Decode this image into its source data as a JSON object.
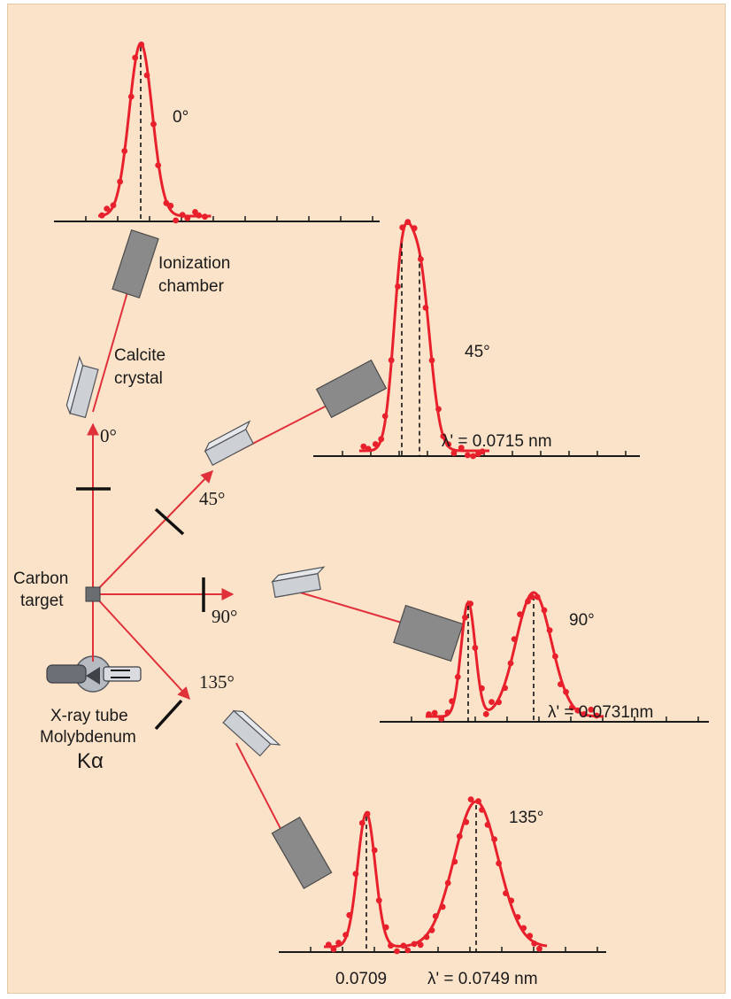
{
  "colors": {
    "background": "#fbe3c9",
    "beam": "#e0313b",
    "curve": "#e8202c",
    "points": "#e8202c",
    "chamber": "#8a8a8a",
    "crystal": "#c9cdd2",
    "axis": "#1a1a1a"
  },
  "labels": {
    "ionization_line1": "Ionization",
    "ionization_line2": "chamber",
    "calcite_line1": "Calcite",
    "calcite_line2": "crystal",
    "carbon_line1": "Carbon",
    "carbon_line2": "target",
    "xray_line1": "X-ray tube",
    "xray_line2": "Molybdenum",
    "xray_line3": "Kα"
  },
  "beam_angles": {
    "a0": "0°",
    "a45": "45°",
    "a90": "90°",
    "a135": "135°"
  },
  "plot_labels": {
    "p0_angle": "0°",
    "p45_angle": "45°",
    "p45_lambda": "λ' = 0.0715 nm",
    "p90_angle": "90°",
    "p90_lambda": "λ' = 0.0731nm",
    "p135_angle": "135°",
    "p135_unshifted": "0.0709",
    "p135_lambda": "λ' = 0.0749 nm"
  },
  "chart_data": [
    {
      "type": "line",
      "title": "0°",
      "peaks": [
        0.0709
      ],
      "lines": [
        0.0709
      ]
    },
    {
      "type": "line",
      "title": "45°",
      "peaks": [
        0.0709,
        0.0715
      ],
      "lines": [
        0.0709,
        0.0715
      ]
    },
    {
      "type": "line",
      "title": "90°",
      "peaks": [
        0.0709,
        0.0731
      ],
      "lines": [
        0.0709,
        0.0731
      ]
    },
    {
      "type": "line",
      "title": "135°",
      "peaks": [
        0.0709,
        0.0749
      ],
      "lines": [
        0.0709,
        0.0749
      ]
    }
  ]
}
